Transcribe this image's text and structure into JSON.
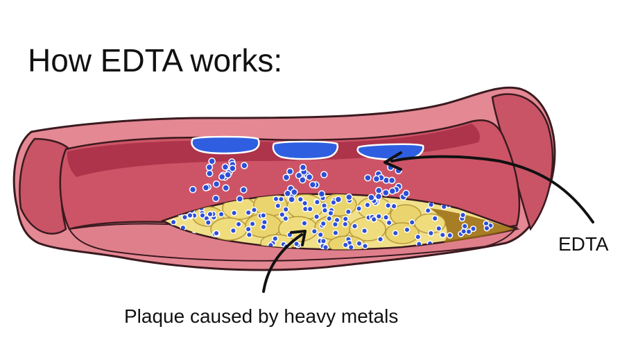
{
  "title": "How EDTA works:",
  "labels": {
    "edta": "EDTA",
    "plaque": "Plaque caused by heavy metals"
  },
  "colors": {
    "vessel_outer": "#e07f8c",
    "vessel_inner": "#b23a50",
    "vessel_dark": "#8e1f34",
    "lumen": "#cd5466",
    "plaque_fill": "#f1e08a",
    "plaque_cell": "#ecd977",
    "plaque_edge": "#8f6b1a",
    "edta_blue": "#2f5fe0",
    "edta_dot": "#2d4fd6"
  },
  "icons": [
    "arrow-to-edta",
    "arrow-to-plaque"
  ]
}
